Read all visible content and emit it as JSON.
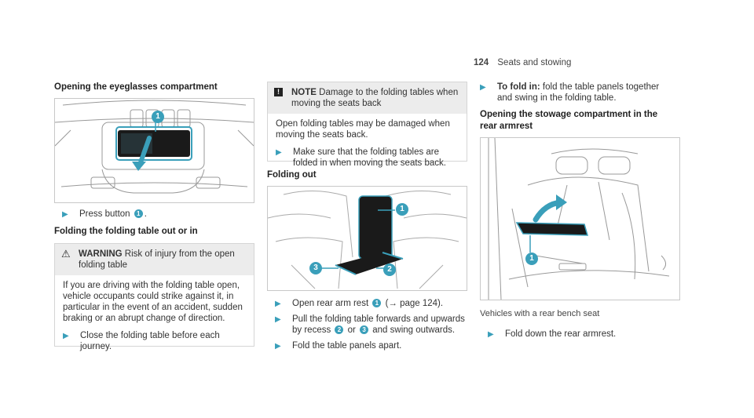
{
  "header": {
    "page_number": "124",
    "section": "Seats and stowing"
  },
  "col1": {
    "heading1": "Opening the eyeglasses compartment",
    "step1_pre": "Press button",
    "step1_badge": "1",
    "step1_post": ".",
    "heading2": "Folding the folding table out or in",
    "warning": {
      "label": "WARNING",
      "title": "Risk of injury from the open folding table",
      "body": "If you are driving with the folding table open, vehicle occupants could strike against it, in particular in the event of an accident, sudden braking or an abrupt change of direction.",
      "step": "Close the folding table before each journey."
    },
    "figure_badge": "1"
  },
  "col2": {
    "note": {
      "label": "NOTE",
      "title": "Damage to the folding tables when moving the seats back",
      "body": "Open folding tables may be damaged when moving the seats back.",
      "step": "Make sure that the folding tables are folded in when moving the seats back."
    },
    "heading": "Folding out",
    "figure_badges": [
      "1",
      "2",
      "3"
    ],
    "step1_pre": "Open rear arm rest",
    "step1_badge": "1",
    "step1_post": "(→ page 124).",
    "step2_pre": "Pull the folding table forwards and upwards by recess",
    "step2_badge_a": "2",
    "step2_mid": "or",
    "step2_badge_b": "3",
    "step2_post": "and swing outwards.",
    "step3": "Fold the table panels apart."
  },
  "col3": {
    "step1_bold": "To fold in:",
    "step1_rest": "fold the table panels together and swing in the folding table.",
    "heading": "Opening the stowage compartment in the rear armrest",
    "figure_badge": "1",
    "caption": "Vehicles with a rear bench seat",
    "step2": "Fold down the rear armrest."
  },
  "colors": {
    "accent": "#3a9fba",
    "box_head": "#ececec",
    "border": "#c8c8c8"
  }
}
